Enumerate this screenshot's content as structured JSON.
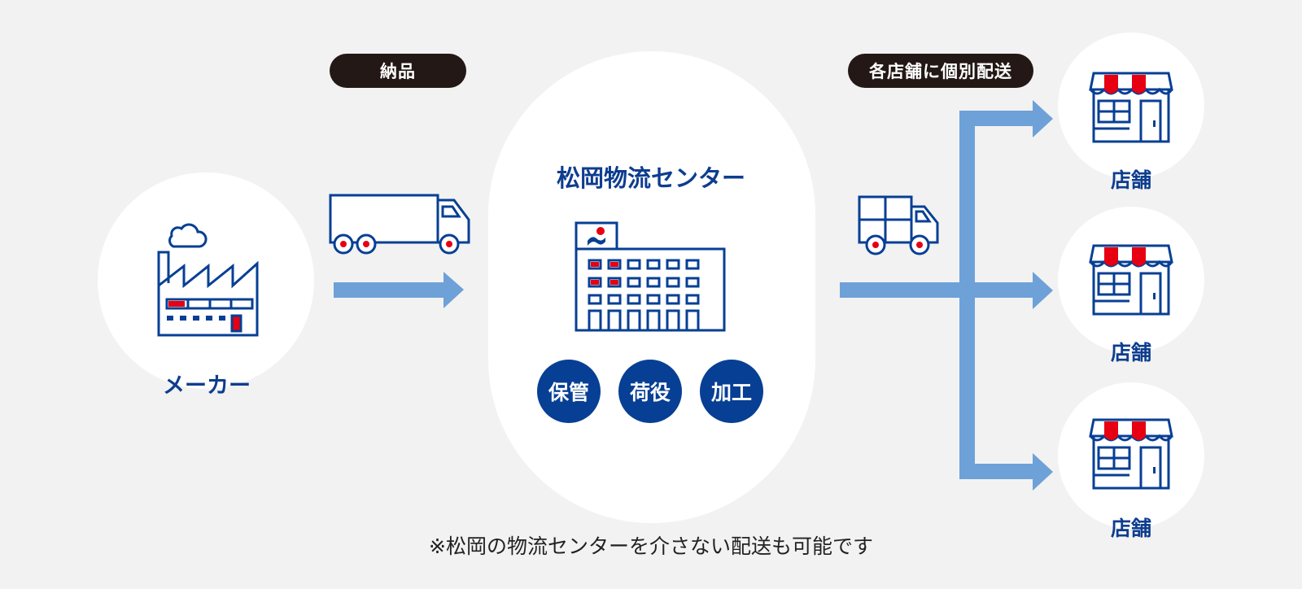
{
  "colors": {
    "background": "#f2f2f2",
    "navy": "#073f94",
    "label_blue": "#0e3d8f",
    "accent_red": "#e60012",
    "arrow_blue": "#6ea1d8",
    "pill_dark": "#231815"
  },
  "maker": {
    "label": "メーカー",
    "icon": "factory-icon"
  },
  "step1": {
    "pill": "納品",
    "icon": "truck-icon"
  },
  "center": {
    "title": "松岡物流センター",
    "icon": "warehouse-building-icon",
    "services": [
      "保管",
      "荷役",
      "加工"
    ]
  },
  "step2": {
    "pill": "各店舗に個別配送",
    "icon": "delivery-truck-icon"
  },
  "stores": [
    {
      "label": "店舗",
      "icon": "store-icon"
    },
    {
      "label": "店舗",
      "icon": "store-icon"
    },
    {
      "label": "店舗",
      "icon": "store-icon"
    }
  ],
  "footnote": "※松岡の物流センターを介さない配送も可能です"
}
